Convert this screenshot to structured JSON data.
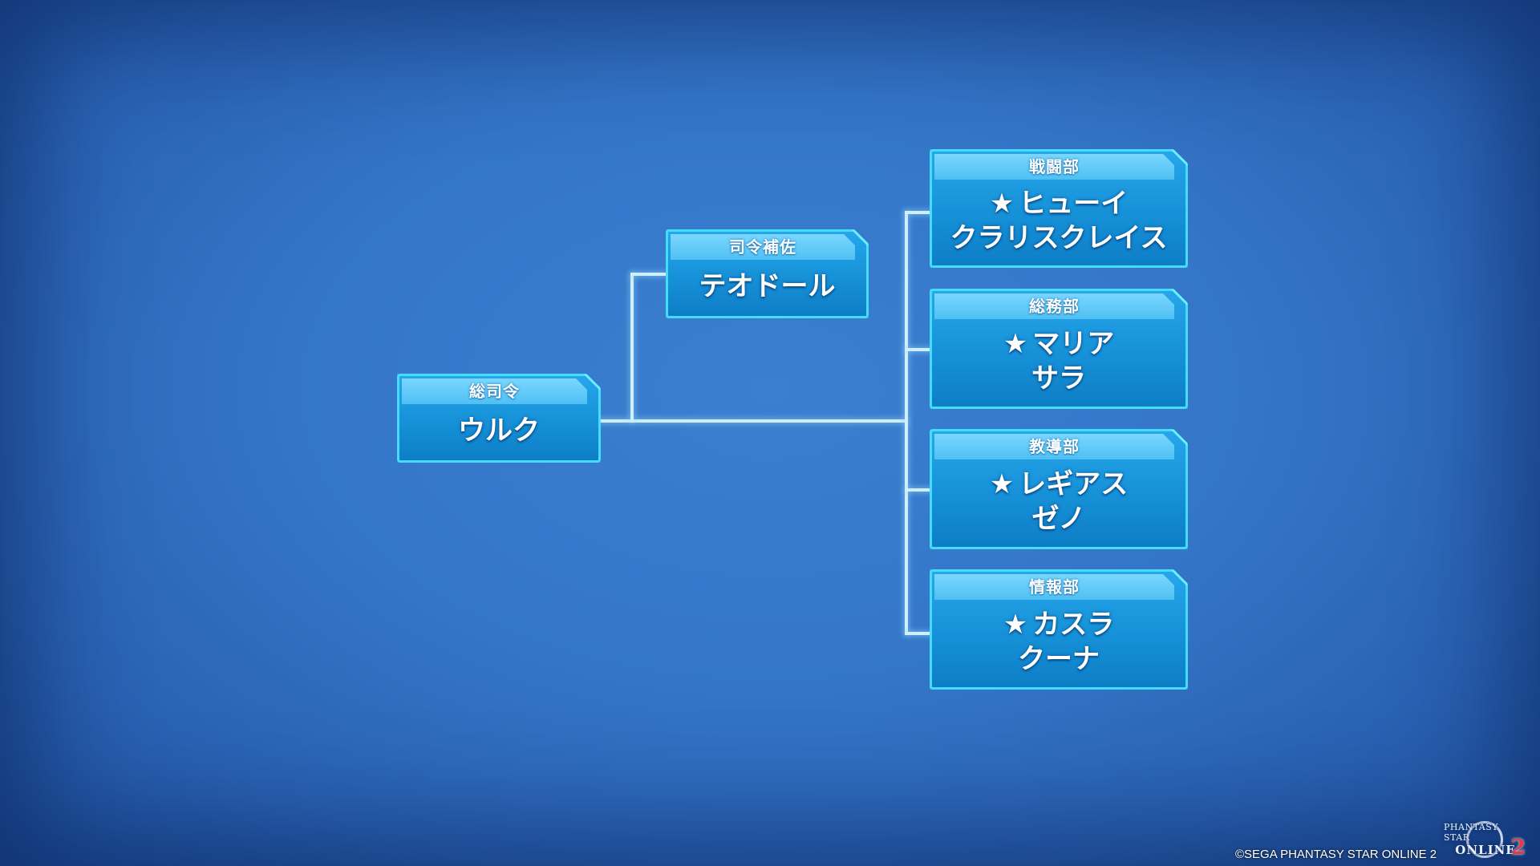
{
  "org_chart": {
    "root": {
      "header": "総司令",
      "names": [
        "ウルク"
      ]
    },
    "assistant": {
      "header": "司令補佐",
      "names": [
        "テオドール"
      ]
    },
    "departments": [
      {
        "header": "戦闘部",
        "leader": "ヒューイ",
        "member": "クラリスクレイス"
      },
      {
        "header": "総務部",
        "leader": "マリア",
        "member": "サラ"
      },
      {
        "header": "教導部",
        "leader": "レギアス",
        "member": "ゼノ"
      },
      {
        "header": "情報部",
        "leader": "カスラ",
        "member": "クーナ"
      }
    ],
    "leader_mark": "★"
  },
  "footer": {
    "copyright": "©SEGA PHANTASY STAR ONLINE 2",
    "logo": {
      "line1": "PHANTASY STAR",
      "line2": "ONLINE",
      "number": "2"
    }
  }
}
